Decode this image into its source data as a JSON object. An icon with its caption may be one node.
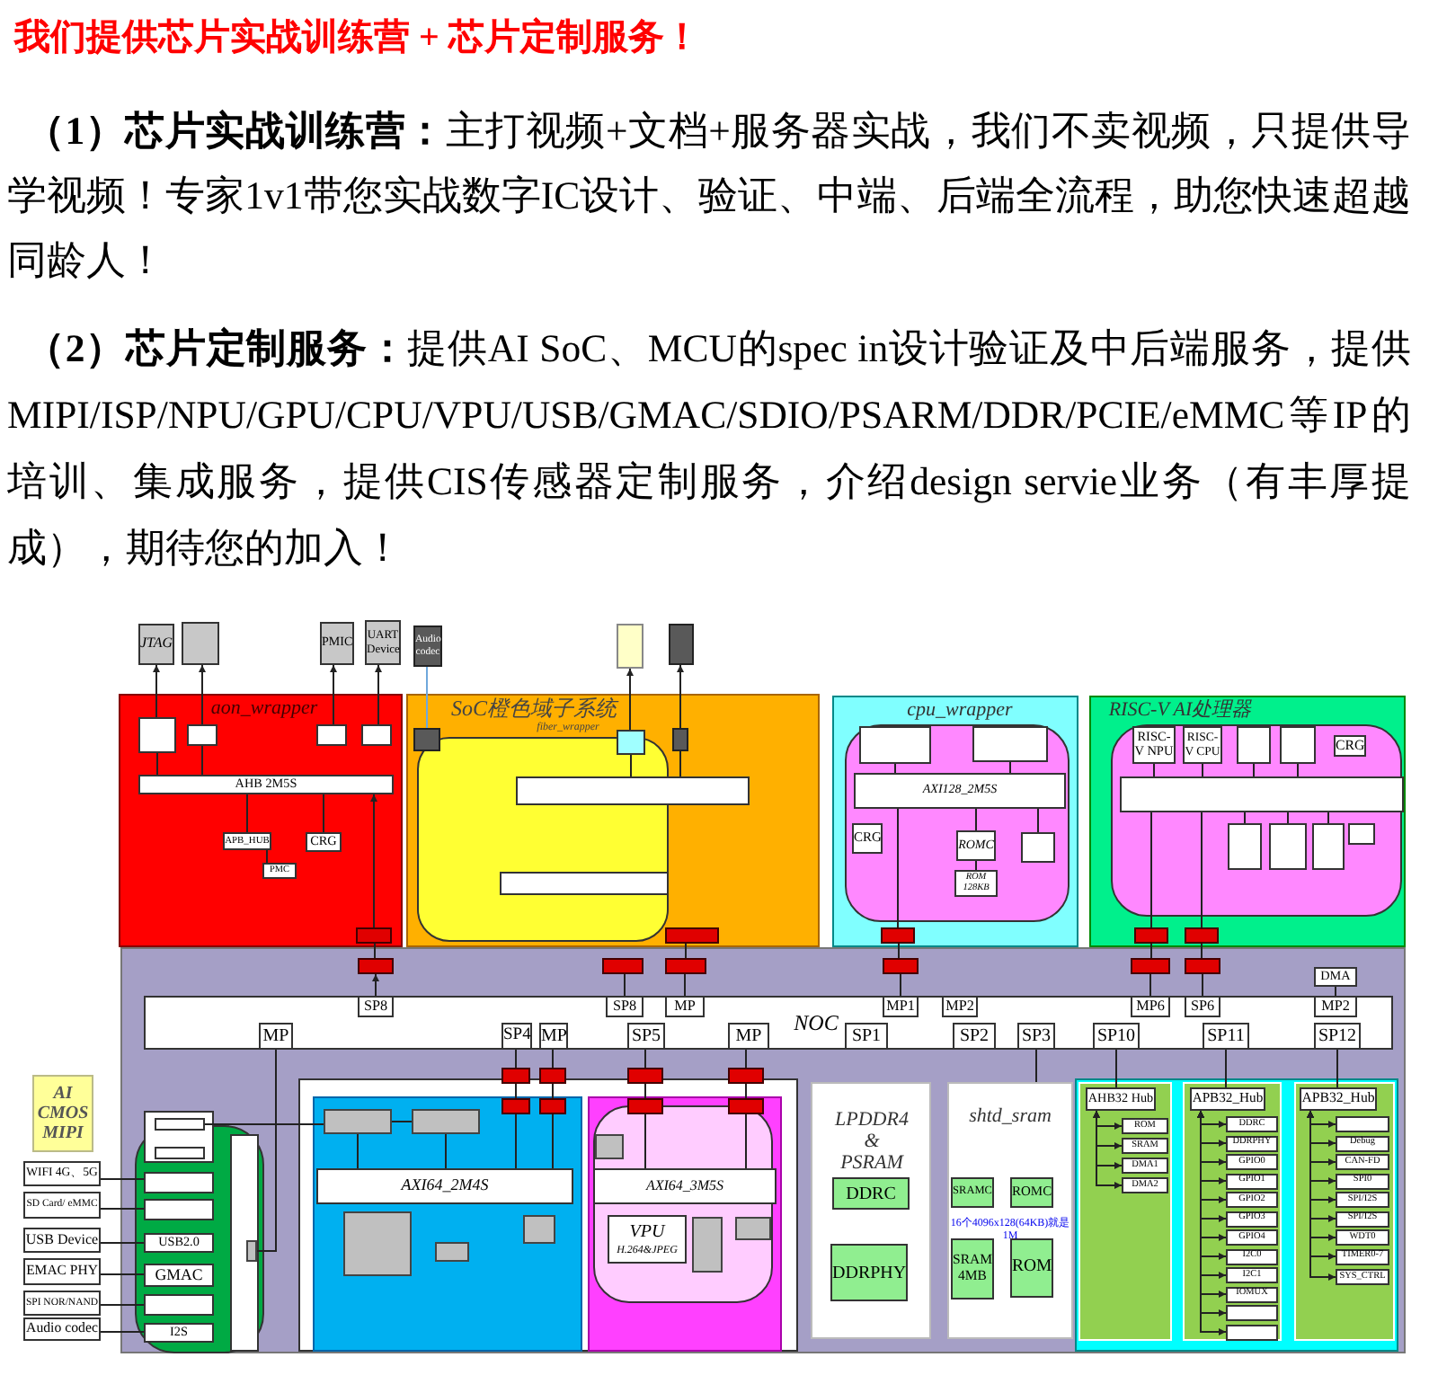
{
  "diagram": {
    "title": "我们提供芯片实战训练营 + 芯片定制服务！",
    "nodes": [
      {
        "text": [
          "JTAG"
        ]
      },
      {
        "text": [],
        "shape": "box"
      },
      {
        "text": [
          "PMIC"
        ]
      },
      {
        "text": [
          "UART Device"
        ]
      },
      {
        "text": [
          "Audio codec"
        ]
      },
      {
        "text": [],
        "shape": "box"
      },
      {
        "text": [],
        "shape": "box"
      },
      {
        "text": [
          "aon_wrapper"
        ]
      },
      {
        "text": [],
        "shape": "box",
        "in": 7
      },
      {
        "text": [],
        "shape": "box",
        "in": 7
      },
      {
        "text": [],
        "shape": "box",
        "in": 7
      },
      {
        "text": [],
        "shape": "box",
        "in": 7
      },
      {
        "text": [
          "AHB 2M5S"
        ],
        "in": 7
      },
      {
        "text": [
          "APB_HUB"
        ],
        "in": 7
      },
      {
        "text": [
          "CRG"
        ],
        "in": 7
      },
      {
        "text": [
          "PMC"
        ],
        "in": 7
      },
      {
        "text": [],
        "shape": "box",
        "in": 7
      },
      {
        "text": [
          "SoC橙色域子系统",
          "fiber_wrapper"
        ]
      },
      {
        "text": [],
        "shape": "box",
        "in": 17
      },
      {
        "text": [],
        "shape": "box",
        "in": 17
      },
      {
        "text": [],
        "shape": "box",
        "in": 17
      },
      {
        "text": [],
        "shape": "box",
        "in": 17
      },
      {
        "text": [],
        "shape": "box",
        "in": 17
      },
      {
        "text": [],
        "shape": "box",
        "in": 17
      },
      {
        "text": [
          "cpu_wrapper"
        ]
      },
      {
        "text": [],
        "shape": "box",
        "in": 24
      },
      {
        "text": [],
        "shape": "box",
        "in": 24
      },
      {
        "text": [
          "AXI128_2M5S"
        ],
        "in": 24
      },
      {
        "text": [
          "CRG"
        ],
        "in": 24
      },
      {
        "text": [
          "ROMC"
        ],
        "in": 24
      },
      {
        "text": [
          "ROM 128KB"
        ],
        "in": 24
      },
      {
        "text": [],
        "shape": "box",
        "in": 24
      },
      {
        "text": [],
        "shape": "box",
        "in": 24
      },
      {
        "text": [
          "RISC-V AI处理器"
        ]
      },
      {
        "text": [
          "RISC-V NPU"
        ],
        "in": 33
      },
      {
        "text": [
          "RISC-V CPU"
        ],
        "in": 33
      },
      {
        "text": [],
        "shape": "box",
        "in": 33
      },
      {
        "text": [],
        "shape": "box",
        "in": 33
      },
      {
        "text": [
          "CRG"
        ],
        "in": 33
      },
      {
        "text": [],
        "shape": "box",
        "in": 33
      },
      {
        "text": [],
        "shape": "box",
        "in": 33
      },
      {
        "text": [],
        "shape": "box",
        "in": 33
      },
      {
        "text": [],
        "shape": "box",
        "in": 33
      },
      {
        "text": [],
        "shape": "box",
        "in": 33
      },
      {
        "text": [],
        "shape": "box",
        "in": 33
      },
      {
        "text": [],
        "shape": "box",
        "in": 33
      },
      {
        "text": [],
        "shape": "box"
      },
      {
        "text": [
          "NOC"
        ],
        "in": 46
      },
      {
        "text": [
          "SP8"
        ],
        "in": 47
      },
      {
        "text": [
          "SP8"
        ],
        "in": 47
      },
      {
        "text": [
          "MP"
        ],
        "in": 47
      },
      {
        "text": [
          "MP1"
        ],
        "in": 47
      },
      {
        "text": [
          "MP2"
        ],
        "in": 47
      },
      {
        "text": [
          "MP6"
        ],
        "in": 47
      },
      {
        "text": [
          "SP6"
        ],
        "in": 47
      },
      {
        "text": [
          "MP2"
        ],
        "in": 47
      },
      {
        "text": [
          "MP"
        ],
        "in": 47
      },
      {
        "text": [
          "SP4"
        ],
        "in": 47
      },
      {
        "text": [
          "MP"
        ],
        "in": 47
      },
      {
        "text": [
          "SP5"
        ],
        "in": 47
      },
      {
        "text": [
          "MP"
        ],
        "in": 47
      },
      {
        "text": [
          "SP1"
        ],
        "in": 47
      },
      {
        "text": [
          "SP2"
        ],
        "in": 47
      },
      {
        "text": [
          "SP3"
        ],
        "in": 47
      },
      {
        "text": [
          "SP10"
        ],
        "in": 47
      },
      {
        "text": [
          "SP11"
        ],
        "in": 47
      },
      {
        "text": [
          "SP12"
        ],
        "in": 47
      },
      {
        "text": [
          "DMA"
        ],
        "in": 46
      },
      {
        "text": [],
        "shape": "box",
        "in": 46
      },
      {
        "text": [],
        "shape": "box",
        "in": 46
      },
      {
        "text": [],
        "shape": "box",
        "in": 46
      },
      {
        "text": [],
        "shape": "box",
        "in": 46
      },
      {
        "text": [],
        "shape": "box",
        "in": 46
      },
      {
        "text": [],
        "shape": "box",
        "in": 46
      },
      {
        "text": [
          "AI CMOS MIPI"
        ]
      },
      {
        "text": [
          "WIFI 4G、5G"
        ]
      },
      {
        "text": [
          "SD Card/ eMMC"
        ]
      },
      {
        "text": [
          "USB Device"
        ]
      },
      {
        "text": [
          "EMAC PHY"
        ]
      },
      {
        "text": [
          "SPI NOR/NAND"
        ]
      },
      {
        "text": [
          "Audio codec"
        ]
      },
      {
        "text": [],
        "shape": "box",
        "in": 46
      },
      {
        "text": [],
        "shape": "box",
        "in": 81
      },
      {
        "text": [],
        "shape": "box",
        "in": 81
      },
      {
        "text": [],
        "shape": "box",
        "in": 46
      },
      {
        "text": [],
        "shape": "box",
        "in": 46
      },
      {
        "text": [],
        "shape": "box",
        "in": 46
      },
      {
        "text": [
          "USB2.0"
        ],
        "in": 46
      },
      {
        "text": [
          "GMAC"
        ],
        "in": 46
      },
      {
        "text": [],
        "shape": "box",
        "in": 46
      },
      {
        "text": [
          "I2S"
        ],
        "in": 46
      },
      {
        "text": [],
        "shape": "box",
        "in": 84
      },
      {
        "text": [],
        "shape": "box",
        "in": 46
      },
      {
        "text": [],
        "shape": "box",
        "in": 92
      },
      {
        "text": [],
        "shape": "box",
        "in": 92
      },
      {
        "text": [
          "AXI64_2M4S"
        ],
        "in": 92
      },
      {
        "text": [],
        "shape": "box",
        "in": 92
      },
      {
        "text": [],
        "shape": "box",
        "in": 92
      },
      {
        "text": [],
        "shape": "box",
        "in": 92
      },
      {
        "text": [],
        "shape": "box",
        "in": 46
      },
      {
        "text": [],
        "shape": "box",
        "in": 46
      },
      {
        "text": [],
        "shape": "box",
        "in": 92
      },
      {
        "text": [],
        "shape": "box",
        "in": 92
      },
      {
        "text": [],
        "shape": "box",
        "in": 46
      },
      {
        "text": [],
        "shape": "box",
        "in": 103
      },
      {
        "text": [
          "AXI64_3M5S"
        ],
        "in": 103
      },
      {
        "text": [
          "VPU",
          "H.264&JPEG"
        ],
        "in": 103
      },
      {
        "text": [],
        "shape": "box",
        "in": 103
      },
      {
        "text": [],
        "shape": "box",
        "in": 103
      },
      {
        "text": [],
        "shape": "box",
        "in": 46
      },
      {
        "text": [],
        "shape": "box",
        "in": 46
      },
      {
        "text": [],
        "shape": "box",
        "in": 103
      },
      {
        "text": [],
        "shape": "box",
        "in": 103
      },
      {
        "text": [
          "LPDDR4 & PSRAM"
        ],
        "in": 46
      },
      {
        "text": [
          "DDRC"
        ],
        "in": 113
      },
      {
        "text": [
          "DDRPHY"
        ],
        "in": 113
      },
      {
        "text": [
          "shtd_sram",
          "16个4096x128(64KB)就是1M"
        ],
        "in": 46
      },
      {
        "text": [
          "SRAMC"
        ],
        "in": 116
      },
      {
        "text": [
          "ROMC"
        ],
        "in": 116
      },
      {
        "text": [
          "SRAM 4MB"
        ],
        "in": 116
      },
      {
        "text": [
          "ROM"
        ],
        "in": 116
      },
      {
        "text": [],
        "shape": "box",
        "in": 46
      },
      {
        "text": [],
        "shape": "box",
        "in": 121
      },
      {
        "text": [
          "AHB32 Hub"
        ],
        "in": 122
      },
      {
        "text": [
          "ROM"
        ],
        "in": 122
      },
      {
        "text": [
          "SRAM"
        ],
        "in": 122
      },
      {
        "text": [
          "DMA1"
        ],
        "in": 122
      },
      {
        "text": [
          "DMA2"
        ],
        "in": 122
      },
      {
        "text": [],
        "shape": "box",
        "in": 121
      },
      {
        "text": [
          "APB32_Hub"
        ],
        "in": 128
      },
      {
        "text": [
          "DDRC"
        ],
        "in": 128
      },
      {
        "text": [
          "DDRPHY"
        ],
        "in": 128
      },
      {
        "text": [
          "GPIO0"
        ],
        "in": 128
      },
      {
        "text": [
          "GPIO1"
        ],
        "in": 128
      },
      {
        "text": [
          "GPIO2"
        ],
        "in": 128
      },
      {
        "text": [
          "GPIO3"
        ],
        "in": 128
      },
      {
        "text": [
          "GPIO4"
        ],
        "in": 128
      },
      {
        "text": [
          "I2C0"
        ],
        "in": 128
      },
      {
        "text": [
          "I2C1"
        ],
        "in": 128
      },
      {
        "text": [
          "IOMUX"
        ],
        "in": 128
      },
      {
        "text": [],
        "shape": "box",
        "in": 128
      },
      {
        "text": [],
        "shape": "box",
        "in": 128
      },
      {
        "text": [],
        "shape": "box",
        "in": 121
      },
      {
        "text": [
          "APB32_Hub"
        ],
        "in": 142
      },
      {
        "text": [],
        "shape": "box",
        "in": 142
      },
      {
        "text": [
          "Debug"
        ],
        "in": 142
      },
      {
        "text": [
          "CAN-FD"
        ],
        "in": 142
      },
      {
        "text": [
          "SPI0"
        ],
        "in": 142
      },
      {
        "text": [
          "SPI/I2S"
        ],
        "in": 142
      },
      {
        "text": [
          "SPI/I2S"
        ],
        "in": 142
      },
      {
        "text": [
          "WDT0"
        ],
        "in": 142
      },
      {
        "text": [
          "TIMER0-7"
        ],
        "in": 142
      },
      {
        "text": [
          "SYS_CTRL"
        ],
        "in": 142
      }
    ],
    "edges": [
      {
        "from": 8,
        "to": 0,
        "arrow": "to"
      },
      {
        "from": 9,
        "to": 1,
        "arrow": "to"
      },
      {
        "from": 10,
        "to": 2,
        "arrow": "to"
      },
      {
        "from": 11,
        "to": 3,
        "arrow": "to"
      },
      {
        "from": 4,
        "to": 18,
        "arrow": "none",
        "color": "#6fa8dc"
      },
      {
        "from": 19,
        "to": 5,
        "arrow": "to"
      },
      {
        "from": 20,
        "to": 6,
        "arrow": "to"
      },
      {
        "from": 8,
        "to": 12,
        "arrow": "none"
      },
      {
        "from": 9,
        "to": 12,
        "arrow": "none"
      },
      {
        "from": 12,
        "to": 13,
        "arrow": "none"
      },
      {
        "from": 12,
        "to": 14,
        "arrow": "none"
      },
      {
        "from": 13,
        "to": 15,
        "arrow": "none"
      },
      {
        "from": 16,
        "to": 12,
        "arrow": "to"
      },
      {
        "from": 16,
        "to": 68,
        "arrow": "none"
      },
      {
        "from": 48,
        "to": 68,
        "arrow": "to"
      },
      {
        "from": 19,
        "to": 21,
        "arrow": "none"
      },
      {
        "from": 20,
        "to": 21,
        "arrow": "none"
      },
      {
        "from": 23,
        "to": 70,
        "arrow": "none"
      },
      {
        "from": 70,
        "to": 50,
        "arrow": "none"
      },
      {
        "from": 69,
        "to": 49,
        "arrow": "none"
      },
      {
        "from": 25,
        "to": 27,
        "arrow": "none"
      },
      {
        "from": 26,
        "to": 27,
        "arrow": "none"
      },
      {
        "from": 27,
        "to": 29,
        "arrow": "none"
      },
      {
        "from": 29,
        "to": 30,
        "arrow": "none"
      },
      {
        "from": 27,
        "to": 31,
        "arrow": "none"
      },
      {
        "from": 27,
        "to": 32,
        "arrow": "none"
      },
      {
        "from": 32,
        "to": 71,
        "arrow": "none"
      },
      {
        "from": 71,
        "to": 51,
        "arrow": "none"
      },
      {
        "from": 34,
        "to": 39,
        "arrow": "none"
      },
      {
        "from": 35,
        "to": 39,
        "arrow": "none"
      },
      {
        "from": 36,
        "to": 39,
        "arrow": "none"
      },
      {
        "from": 37,
        "to": 39,
        "arrow": "none"
      },
      {
        "from": 39,
        "to": 40,
        "arrow": "none"
      },
      {
        "from": 39,
        "to": 41,
        "arrow": "none"
      },
      {
        "from": 39,
        "to": 42,
        "arrow": "none"
      },
      {
        "from": 39,
        "to": 44,
        "arrow": "none"
      },
      {
        "from": 39,
        "to": 45,
        "arrow": "none"
      },
      {
        "from": 44,
        "to": 72,
        "arrow": "none"
      },
      {
        "from": 45,
        "to": 73,
        "arrow": "none"
      },
      {
        "from": 72,
        "to": 53,
        "arrow": "none"
      },
      {
        "from": 73,
        "to": 54,
        "arrow": "none"
      },
      {
        "from": 67,
        "to": 55,
        "arrow": "none"
      },
      {
        "from": 75,
        "to": 85,
        "arrow": "none"
      },
      {
        "from": 76,
        "to": 86,
        "arrow": "none"
      },
      {
        "from": 77,
        "to": 87,
        "arrow": "none"
      },
      {
        "from": 78,
        "to": 88,
        "arrow": "none"
      },
      {
        "from": 79,
        "to": 89,
        "arrow": "none"
      },
      {
        "from": 80,
        "to": 90,
        "arrow": "none"
      },
      {
        "from": 56,
        "to": 91,
        "arrow": "none"
      },
      {
        "from": 82,
        "to": 93,
        "arrow": "none"
      },
      {
        "from": 93,
        "to": 94,
        "arrow": "none"
      },
      {
        "from": 57,
        "to": 99,
        "arrow": "none"
      },
      {
        "from": 99,
        "to": 101,
        "arrow": "none"
      },
      {
        "from": 101,
        "to": 95,
        "arrow": "none"
      },
      {
        "from": 58,
        "to": 100,
        "arrow": "none"
      },
      {
        "from": 100,
        "to": 102,
        "arrow": "none"
      },
      {
        "from": 102,
        "to": 95,
        "arrow": "none"
      },
      {
        "from": 93,
        "to": 95,
        "arrow": "none"
      },
      {
        "from": 94,
        "to": 95,
        "arrow": "none"
      },
      {
        "from": 59,
        "to": 109,
        "arrow": "none"
      },
      {
        "from": 109,
        "to": 111,
        "arrow": "none"
      },
      {
        "from": 111,
        "to": 105,
        "arrow": "none"
      },
      {
        "from": 60,
        "to": 110,
        "arrow": "none"
      },
      {
        "from": 110,
        "to": 112,
        "arrow": "none"
      },
      {
        "from": 112,
        "to": 105,
        "arrow": "none"
      },
      {
        "from": 63,
        "to": 116,
        "arrow": "none"
      },
      {
        "from": 64,
        "to": 123,
        "arrow": "none"
      },
      {
        "from": 65,
        "to": 129,
        "arrow": "none"
      },
      {
        "from": 66,
        "to": 143,
        "arrow": "none"
      },
      {
        "from": 123,
        "to": 124,
        "arrow": "both"
      },
      {
        "from": 123,
        "to": 125,
        "arrow": "both"
      },
      {
        "from": 123,
        "to": 126,
        "arrow": "both"
      },
      {
        "from": 123,
        "to": 127,
        "arrow": "both"
      },
      {
        "from": 129,
        "to": 130,
        "arrow": "both"
      },
      {
        "from": 129,
        "to": 131,
        "arrow": "both"
      },
      {
        "from": 129,
        "to": 132,
        "arrow": "both"
      },
      {
        "from": 129,
        "to": 133,
        "arrow": "both"
      },
      {
        "from": 129,
        "to": 134,
        "arrow": "both"
      },
      {
        "from": 129,
        "to": 135,
        "arrow": "both"
      },
      {
        "from": 129,
        "to": 136,
        "arrow": "both"
      },
      {
        "from": 129,
        "to": 137,
        "arrow": "both"
      },
      {
        "from": 129,
        "to": 138,
        "arrow": "both"
      },
      {
        "from": 129,
        "to": 139,
        "arrow": "both"
      },
      {
        "from": 129,
        "to": 140,
        "arrow": "both"
      },
      {
        "from": 129,
        "to": 141,
        "arrow": "both"
      },
      {
        "from": 143,
        "to": 144,
        "arrow": "both"
      },
      {
        "from": 143,
        "to": 145,
        "arrow": "both"
      },
      {
        "from": 143,
        "to": 146,
        "arrow": "both"
      },
      {
        "from": 143,
        "to": 147,
        "arrow": "both"
      },
      {
        "from": 143,
        "to": 148,
        "arrow": "both"
      },
      {
        "from": 143,
        "to": 149,
        "arrow": "both"
      },
      {
        "from": 143,
        "to": 150,
        "arrow": "both"
      },
      {
        "from": 143,
        "to": 151,
        "arrow": "both"
      },
      {
        "from": 143,
        "to": 152,
        "arrow": "both"
      }
    ],
    "labels": [
      "**（1）芯片实战训练营：**主打视频+文档+服务器实战，我们不卖视频，只提供导学视频！专家1v1带您实战数字IC设计、验证、中端、后端全流程，助您快速超越同龄人！",
      "**（2）芯片定制服务：**提供AI SoC、MCU的spec in设计验证及中后端服务，提供MIPI/ISP/NPU/GPU/CPU/VPU/USB/GMAC/SDIO/PSARM/DDR/PCIE/eMMC等IP的培训、集成服务，提供CIS传感器定制服务，介绍design servie业务（有丰厚提成），期待您的加入！"
    ]
  }
}
